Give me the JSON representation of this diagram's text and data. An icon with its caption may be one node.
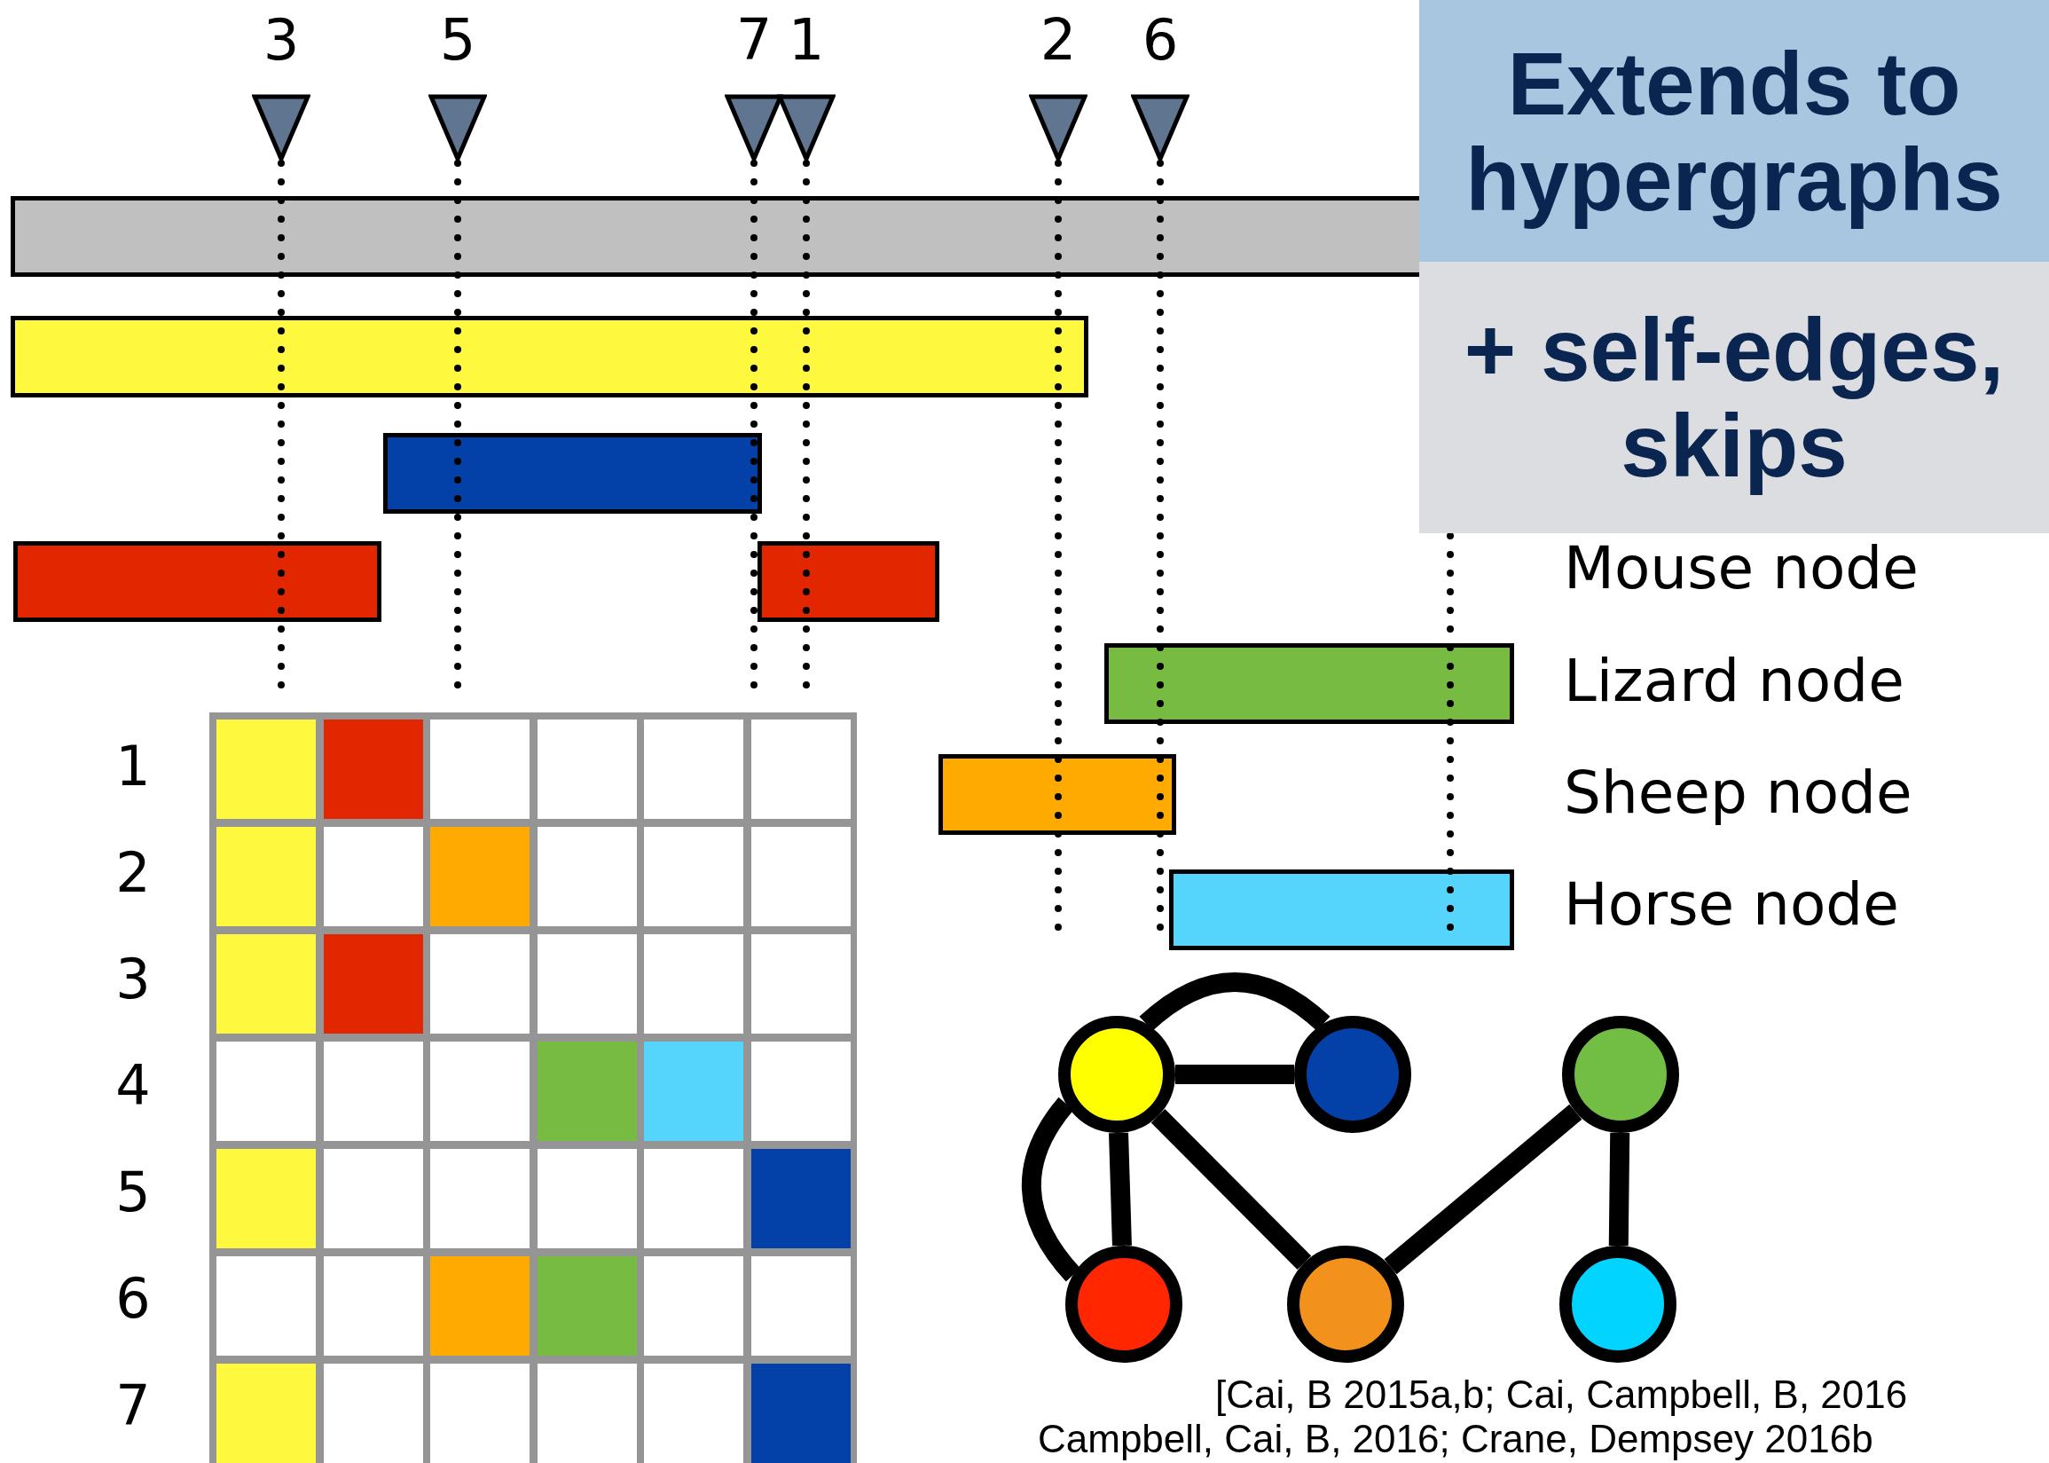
{
  "diagram": {
    "nodes": [
      {
        "text": [
          "3"
        ]
      },
      {
        "text": [
          "5"
        ]
      },
      {
        "text": [
          "7"
        ]
      },
      {
        "text": [
          "1"
        ]
      },
      {
        "text": [
          "2"
        ]
      },
      {
        "text": [
          "6"
        ]
      },
      {
        "text": [
          "Extends to hypergraphs"
        ]
      },
      {
        "text": [
          "+ self-edges, skips"
        ]
      },
      {
        "text": [],
        "shape": "bar"
      },
      {
        "text": [],
        "shape": "bar"
      },
      {
        "text": [],
        "shape": "bar"
      },
      {
        "text": [],
        "shape": "bar"
      },
      {
        "text": [],
        "shape": "bar"
      },
      {
        "text": [],
        "shape": "bar"
      },
      {
        "text": [],
        "shape": "bar"
      },
      {
        "text": [],
        "shape": "bar"
      },
      {
        "text": [],
        "shape": "circle"
      },
      {
        "text": [],
        "shape": "circle"
      },
      {
        "text": [],
        "shape": "circle"
      },
      {
        "text": [],
        "shape": "circle"
      },
      {
        "text": [],
        "shape": "circle"
      },
      {
        "text": [],
        "shape": "circle"
      }
    ],
    "edges": [
      {
        "from": 16,
        "to": 17,
        "arrow": "none"
      },
      {
        "from": 16,
        "to": 17,
        "arrow": "none"
      },
      {
        "from": 16,
        "to": 19,
        "arrow": "none"
      },
      {
        "from": 16,
        "to": 19,
        "arrow": "none"
      },
      {
        "from": 16,
        "to": 20,
        "arrow": "none"
      },
      {
        "from": 20,
        "to": 18,
        "arrow": "none"
      },
      {
        "from": 18,
        "to": 21,
        "arrow": "none"
      }
    ],
    "labels": [
      "Mouse node",
      "Lizard node",
      "Sheep node",
      "Horse node",
      "1",
      "2",
      "3",
      "4",
      "5",
      "6",
      "7",
      "[Cai, B 2015a,b; Cai, Campbell, B, 2016",
      "Campbell, Cai, B, 2016; Crane, Dempsey 2016b"
    ]
  }
}
